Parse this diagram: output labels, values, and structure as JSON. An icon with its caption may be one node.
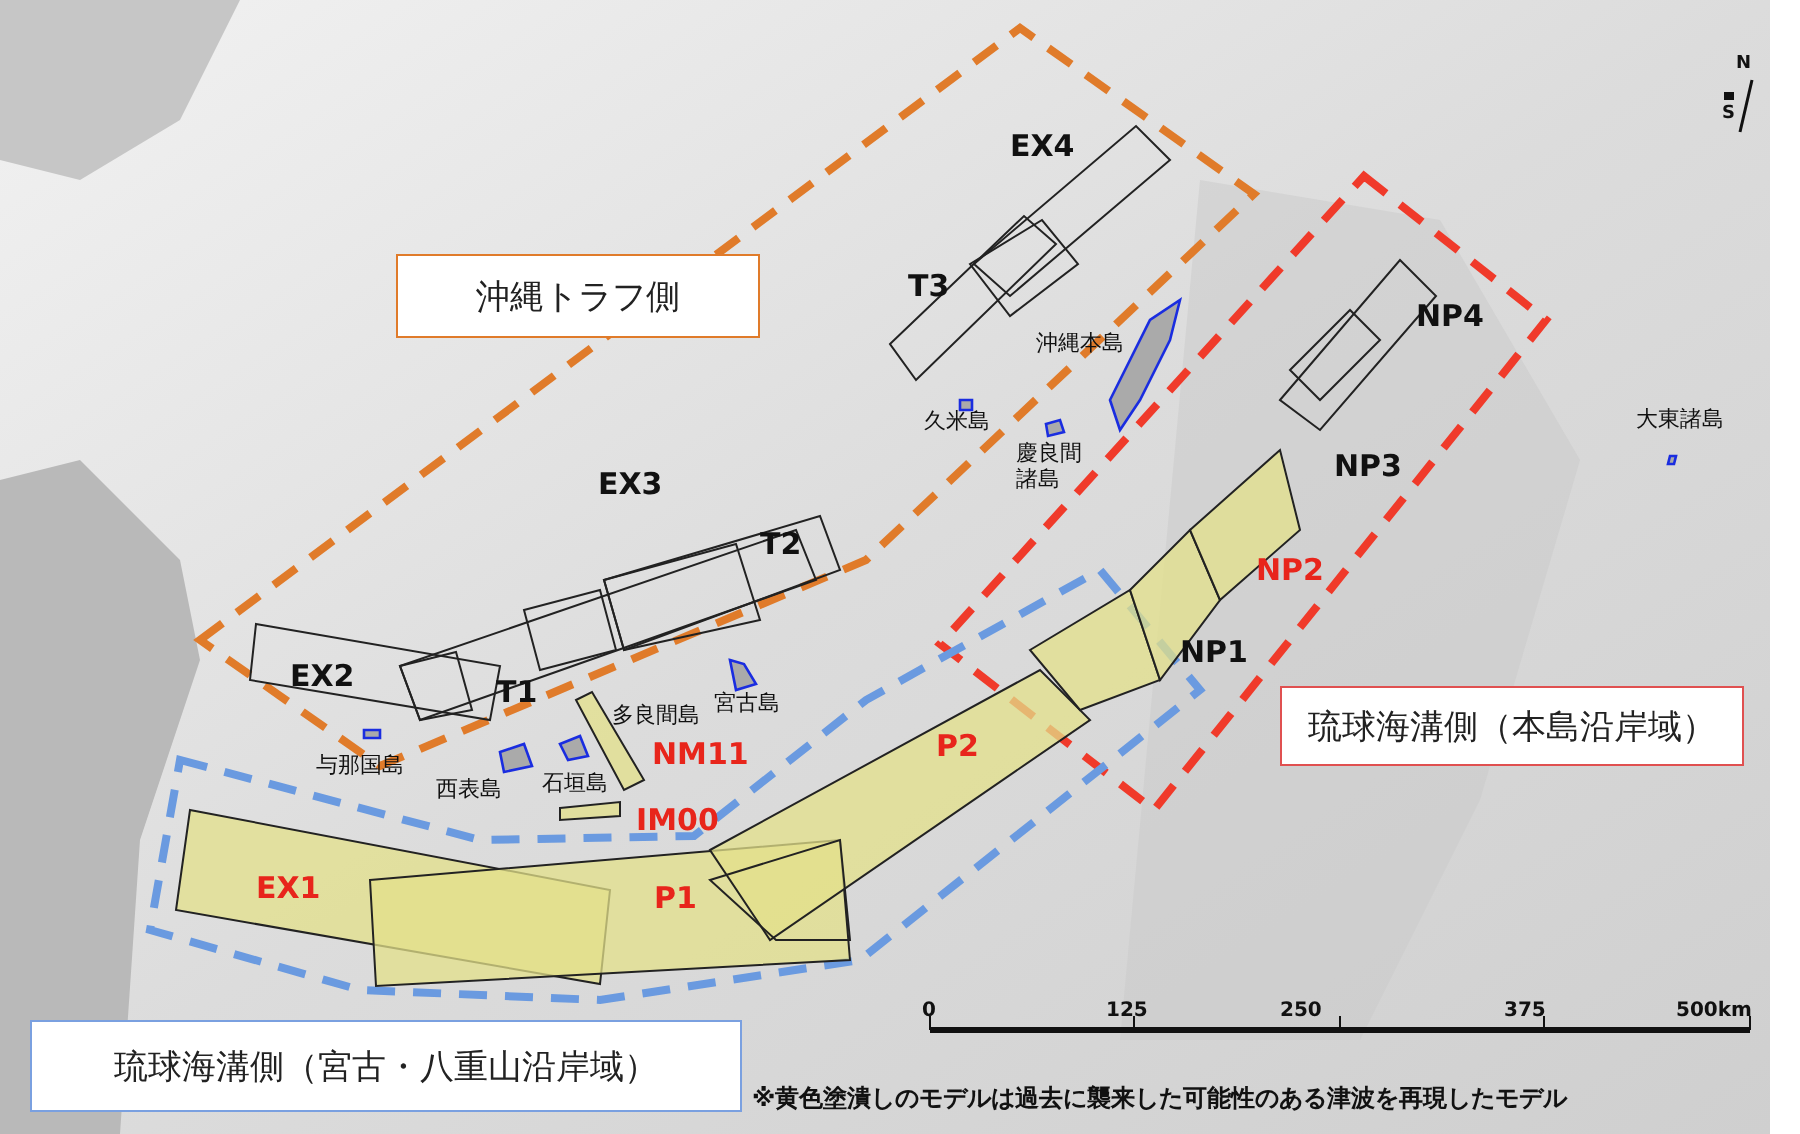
{
  "diagram": {
    "nodes": [
      {
        "text": [
          "沖縄トラフ側"
        ]
      },
      {
        "text": [
          "琉球海溝側（本島沿岸域）"
        ]
      },
      {
        "text": [
          "琉球海溝側（宮古・八重山沿岸域）"
        ]
      }
    ],
    "labels": [
      "N",
      "S",
      "EX4",
      "T3",
      "沖縄本島",
      "久米島",
      "慶良間諸島",
      "NP4",
      "大東諸島",
      "NP3",
      "EX3",
      "T2",
      "NP2",
      "EX2",
      "T1",
      "多良間島",
      "宮古島",
      "NP1",
      "与那国島",
      "NM11",
      "西表島",
      "石垣島",
      "P2",
      "IM00",
      "EX1",
      "P1",
      "0",
      "125",
      "250",
      "375",
      "500km",
      "※黄色塗潰しのモデルは過去に襲来した可能性のある津波を再現したモデル"
    ]
  }
}
